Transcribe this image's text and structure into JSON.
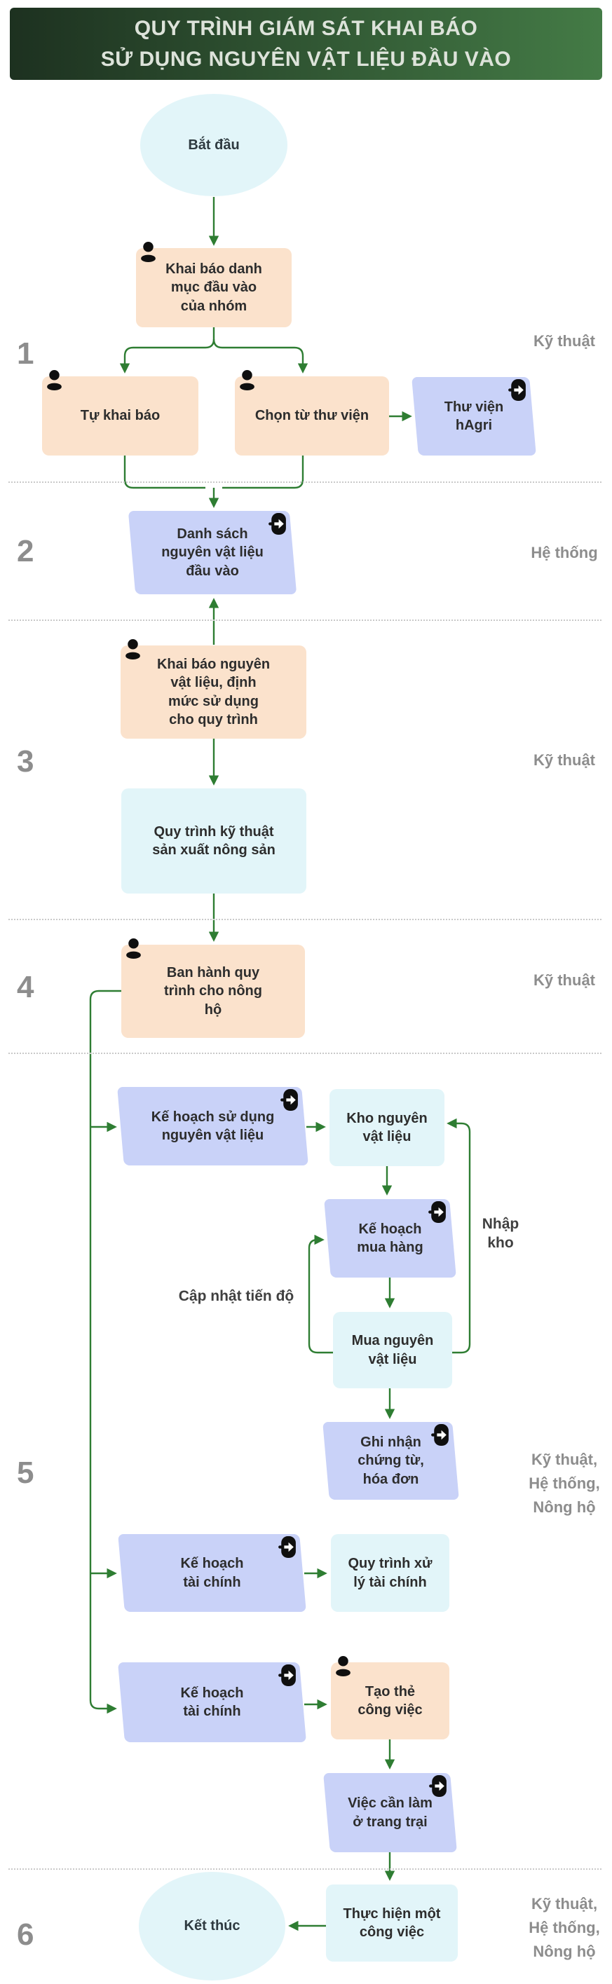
{
  "header": {
    "title": "QUY TRÌNH GIÁM SÁT KHAI BÁO\nSỬ DỤNG NGUYÊN VẬT LIỆU ĐẦU VÀO"
  },
  "sections": [
    {
      "number": "1",
      "role": "Kỹ thuật"
    },
    {
      "number": "2",
      "role": "Hệ thống"
    },
    {
      "number": "3",
      "role": "Kỹ thuật"
    },
    {
      "number": "4",
      "role": "Kỹ thuật"
    },
    {
      "number": "5",
      "role": "Kỹ thuật,\nHệ thống,\nNông hộ"
    },
    {
      "number": "6",
      "role": "Kỹ thuật,\nHệ thống,\nNông hộ"
    }
  ],
  "nodes": {
    "start": {
      "label": "Bắt đầu",
      "type": "terminator"
    },
    "declare_group_inputs": {
      "label": "Khai báo danh\nmục đầu vào\ncủa nhóm",
      "type": "manual-task"
    },
    "self_declare": {
      "label": "Tự khai báo",
      "type": "manual-task"
    },
    "choose_from_library": {
      "label": "Chọn từ thư viện",
      "type": "manual-task"
    },
    "hagri_library": {
      "label": "Thư viện\nhAgri",
      "type": "system-data"
    },
    "material_list": {
      "label": "Danh sách\nnguyên vật liệu\nđầu vào",
      "type": "system-data"
    },
    "declare_materials_quota": {
      "label": "Khai báo nguyên\nvật liệu, định\nmức sử dụng\ncho quy trình",
      "type": "manual-task"
    },
    "production_process": {
      "label": "Quy trình kỹ thuật\nsản xuất nông sản",
      "type": "document"
    },
    "issue_process": {
      "label": "Ban hành quy\ntrình cho nông\nhộ",
      "type": "manual-task"
    },
    "material_usage_plan": {
      "label": "Kế hoạch sử dụng\nnguyên vật liệu",
      "type": "system-data"
    },
    "material_warehouse": {
      "label": "Kho nguyên\nvật liệu",
      "type": "document"
    },
    "purchase_plan": {
      "label": "Kế hoạch\nmua hàng",
      "type": "system-data"
    },
    "purchase_materials": {
      "label": "Mua nguyên\nvật liệu",
      "type": "document"
    },
    "record_documents": {
      "label": "Ghi nhận\nchứng từ,\nhóa đơn",
      "type": "system-data"
    },
    "finance_plan_1": {
      "label": "Kế hoạch\ntài chính",
      "type": "system-data"
    },
    "finance_process": {
      "label": "Quy trình xử\nlý tài chính",
      "type": "document"
    },
    "finance_plan_2": {
      "label": "Kế hoạch\ntài chính",
      "type": "system-data"
    },
    "create_work_card": {
      "label": "Tạo thẻ\ncông việc",
      "type": "manual-task"
    },
    "farm_todo": {
      "label": "Việc cần làm\nở trang trại",
      "type": "system-data"
    },
    "execute_work": {
      "label": "Thực hiện một\ncông việc",
      "type": "document"
    },
    "end": {
      "label": "Kết thúc",
      "type": "terminator"
    }
  },
  "edge_labels": {
    "update_progress": "Cập nhật tiến độ",
    "stock_in": "Nhập\nkho"
  },
  "colors": {
    "header_from": "#1d3120",
    "header_to": "#447b46",
    "title_text": "#dde3da",
    "manual": "#fbe2cc",
    "system_data": "#c9d2f8",
    "io": "#e2f5f9",
    "arrow": "#2e7d32",
    "label": "#8d8d8d",
    "text": "#2d2d2d",
    "icon": "#0f0f0f",
    "edge_label": "#404040"
  }
}
